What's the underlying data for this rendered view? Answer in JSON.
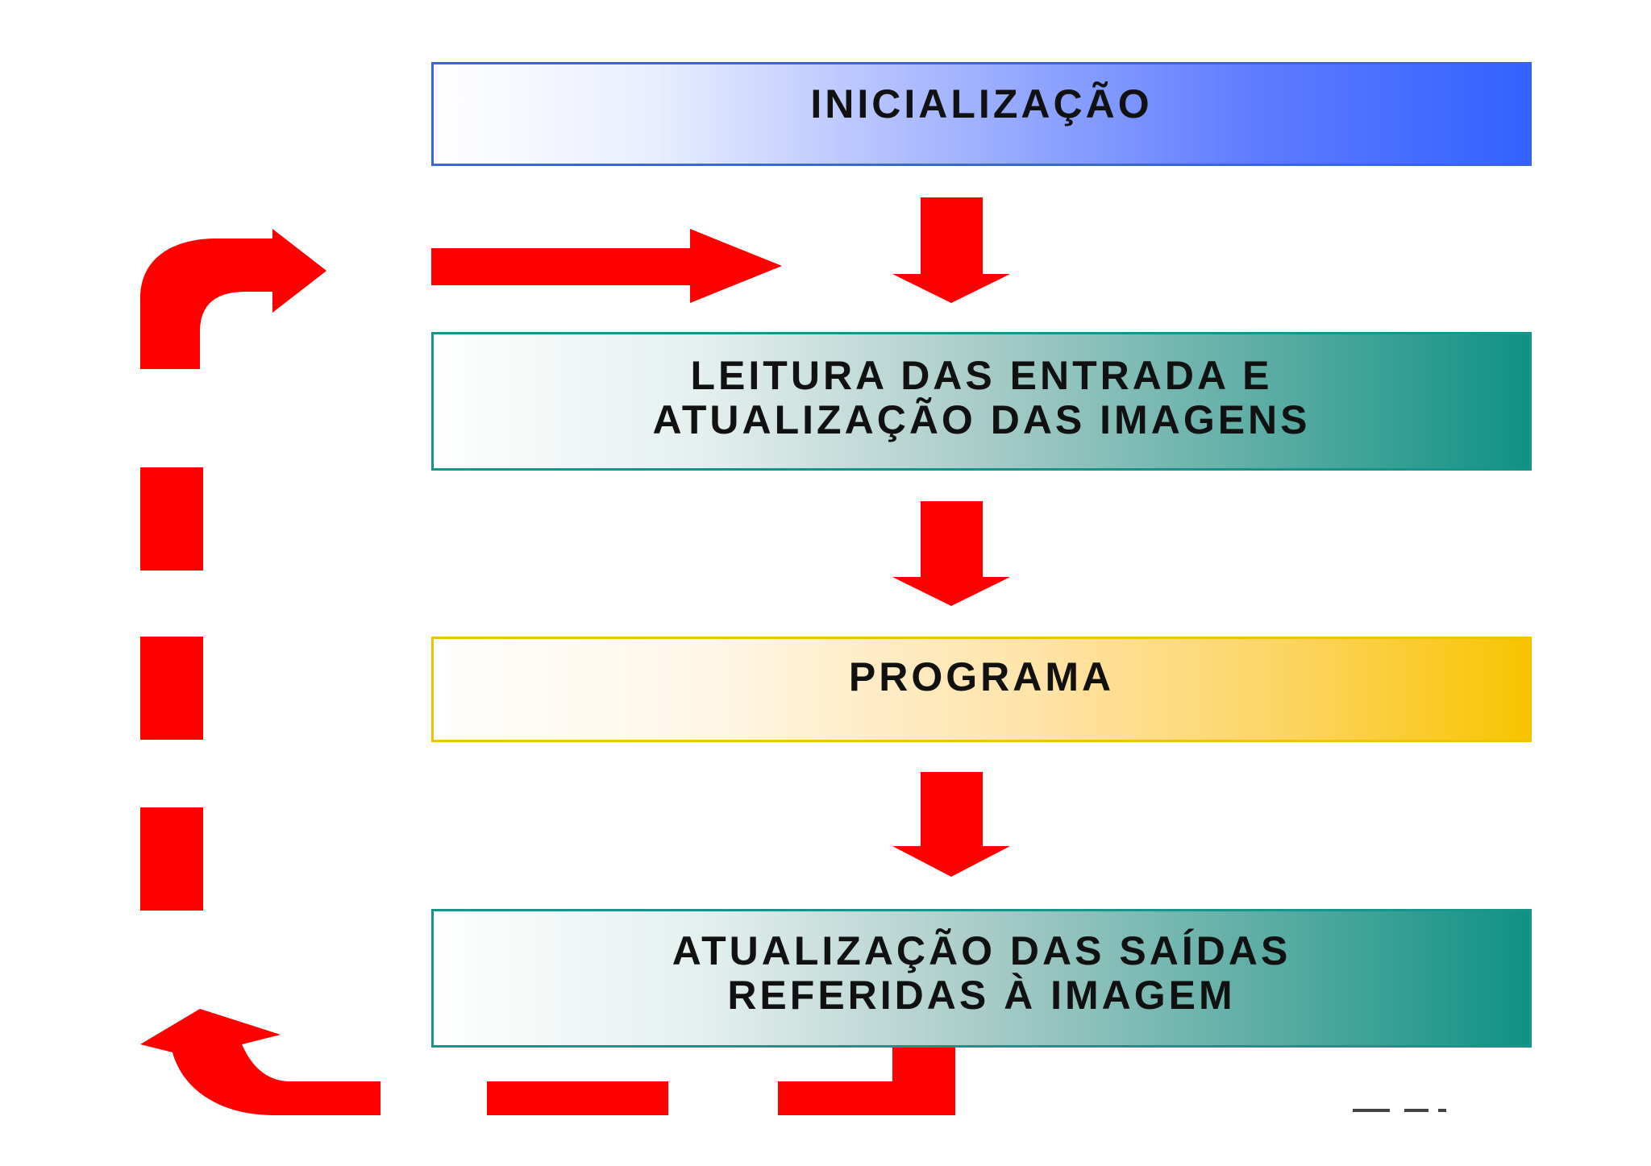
{
  "steps": [
    {
      "lines": [
        "INICIALIZAÇÃO"
      ]
    },
    {
      "lines": [
        "LEITURA DAS ENTRADA E",
        "ATUALIZAÇÃO DAS IMAGENS"
      ]
    },
    {
      "lines": [
        "PROGRAMA"
      ]
    },
    {
      "lines": [
        "ATUALIZAÇÃO DAS SAÍDAS",
        "REFERIDAS À IMAGEM"
      ]
    }
  ],
  "colors": {
    "arrow": "#ff0000",
    "init": "#3361ff",
    "read": "#0f9184",
    "program": "#f8c400",
    "output": "#0f9184"
  }
}
